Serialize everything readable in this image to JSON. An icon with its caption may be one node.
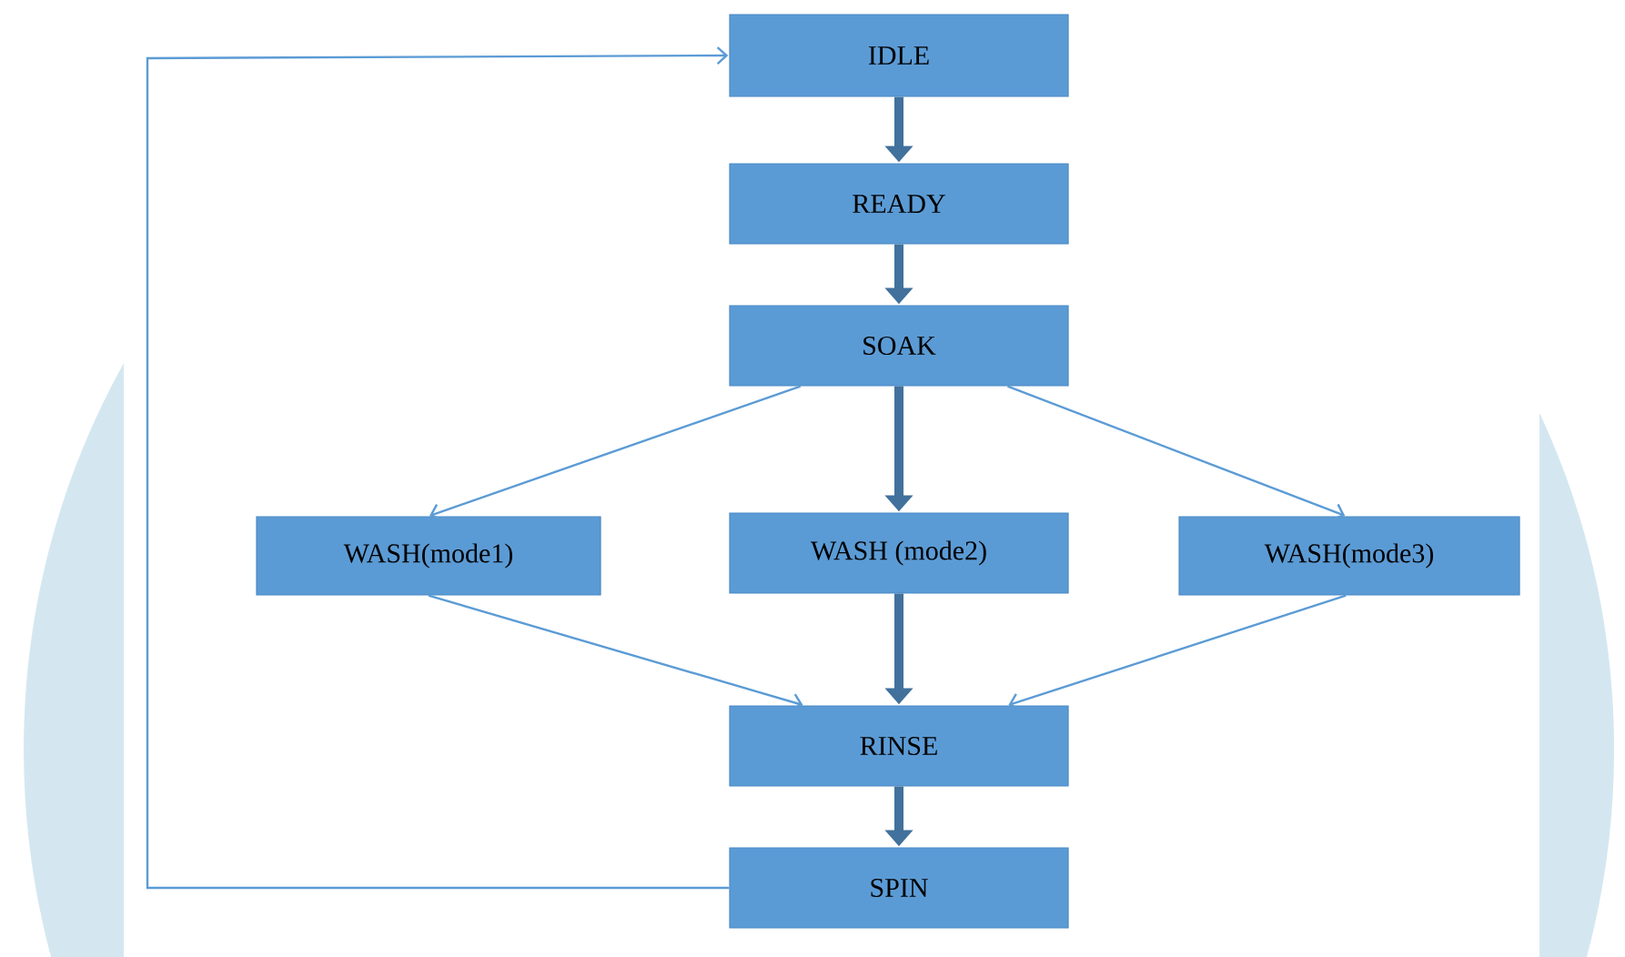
{
  "diagram": {
    "nodes": [
      {
        "text": [
          "IDLE"
        ]
      },
      {
        "text": [
          "READY"
        ]
      },
      {
        "text": [
          "SOAK"
        ]
      },
      {
        "text": [
          "WASH(mode1)"
        ]
      },
      {
        "text": [
          "WASH (mode2)"
        ]
      },
      {
        "text": [
          "WASH(mode3)"
        ]
      },
      {
        "text": [
          "RINSE"
        ]
      },
      {
        "text": [
          "SPIN"
        ]
      }
    ],
    "edges": [
      {
        "from": 0,
        "to": 1,
        "arrow": "to",
        "style": "thick",
        "color": "#41719c"
      },
      {
        "from": 1,
        "to": 2,
        "arrow": "to",
        "style": "thick",
        "color": "#41719c"
      },
      {
        "from": 2,
        "to": 3,
        "arrow": "to"
      },
      {
        "from": 2,
        "to": 4,
        "arrow": "to",
        "style": "thick",
        "color": "#41719c"
      },
      {
        "from": 2,
        "to": 5,
        "arrow": "to"
      },
      {
        "from": 3,
        "to": 6,
        "arrow": "to"
      },
      {
        "from": 4,
        "to": 6,
        "arrow": "to",
        "style": "thick",
        "color": "#41719c"
      },
      {
        "from": 5,
        "to": 6,
        "arrow": "to"
      },
      {
        "from": 6,
        "to": 7,
        "arrow": "to",
        "style": "thick",
        "color": "#41719c"
      },
      {
        "from": 7,
        "to": 0,
        "arrow": "to"
      }
    ]
  }
}
